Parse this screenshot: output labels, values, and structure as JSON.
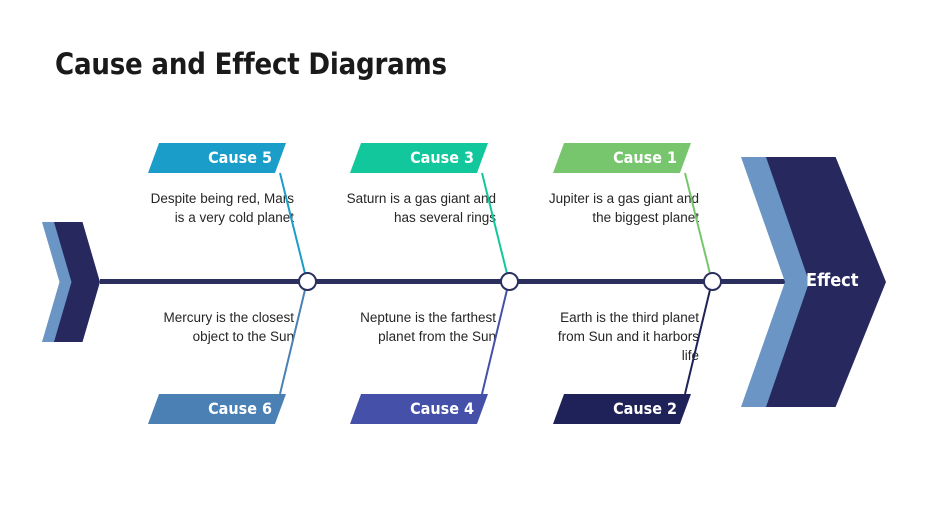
{
  "title": "Cause and Effect Diagrams",
  "effect": {
    "label": "Effect",
    "color": "#27285e",
    "shadow_color": "#6b95c4"
  },
  "spine": {
    "color": "#2b2f5e",
    "joint_count": 3
  },
  "causes": [
    {
      "id": "cause-5",
      "label": "Cause 5",
      "description": "Despite being red, Mars is a very cold planet",
      "color": "#1b9dc9",
      "position": "top",
      "column": 1
    },
    {
      "id": "cause-3",
      "label": "Cause 3",
      "description": "Saturn is a gas giant and has several rings",
      "color": "#12c79b",
      "position": "top",
      "column": 2
    },
    {
      "id": "cause-1",
      "label": "Cause 1",
      "description": "Jupiter is a gas giant and the biggest planet",
      "color": "#77c66e",
      "position": "top",
      "column": 3
    },
    {
      "id": "cause-6",
      "label": "Cause 6",
      "description": "Mercury is the closest object to the Sun",
      "color": "#4a80b4",
      "position": "bottom",
      "column": 1
    },
    {
      "id": "cause-4",
      "label": "Cause 4",
      "description": "Neptune is the farthest planet from the Sun",
      "color": "#4550a8",
      "position": "bottom",
      "column": 2
    },
    {
      "id": "cause-2",
      "label": "Cause 2",
      "description": "Earth is the third planet from Sun and it harbors life",
      "color": "#1f2258",
      "position": "bottom",
      "column": 3
    }
  ]
}
